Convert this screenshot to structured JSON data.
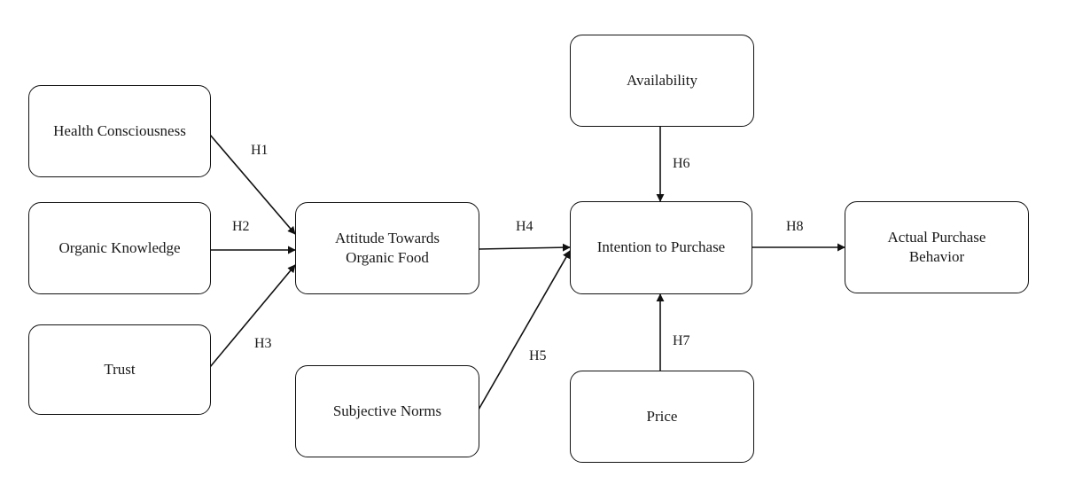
{
  "nodes": {
    "health_consciousness": "Health Consciousness",
    "organic_knowledge": "Organic Knowledge",
    "trust": "Trust",
    "attitude_line1": "Attitude Towards",
    "attitude_line2": "Organic Food",
    "subjective_norms": "Subjective Norms",
    "availability": "Availability",
    "intention": "Intention to Purchase",
    "price": "Price",
    "actual_line1": "Actual Purchase",
    "actual_line2": "Behavior"
  },
  "hypotheses": {
    "h1": "H1",
    "h2": "H2",
    "h3": "H3",
    "h4": "H4",
    "h5": "H5",
    "h6": "H6",
    "h7": "H7",
    "h8": "H8"
  },
  "colors": {
    "stroke": "#111111",
    "background": "#ffffff"
  }
}
